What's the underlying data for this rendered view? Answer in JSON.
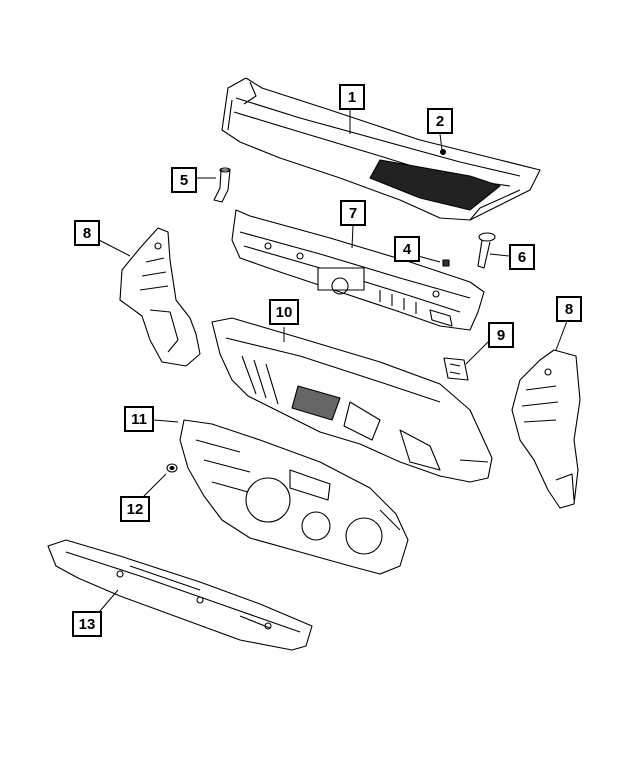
{
  "diagram": {
    "callouts": [
      {
        "id": "c1",
        "label": "1"
      },
      {
        "id": "c2",
        "label": "2"
      },
      {
        "id": "c3",
        "label": "4"
      },
      {
        "id": "c4",
        "label": "5"
      },
      {
        "id": "c5",
        "label": "6"
      },
      {
        "id": "c6",
        "label": "7"
      },
      {
        "id": "c7",
        "label": "8"
      },
      {
        "id": "c8",
        "label": "8"
      },
      {
        "id": "c9",
        "label": "9"
      },
      {
        "id": "c10",
        "label": "10"
      },
      {
        "id": "c11",
        "label": "11"
      },
      {
        "id": "c12",
        "label": "12"
      },
      {
        "id": "c13",
        "label": "13"
      }
    ]
  }
}
